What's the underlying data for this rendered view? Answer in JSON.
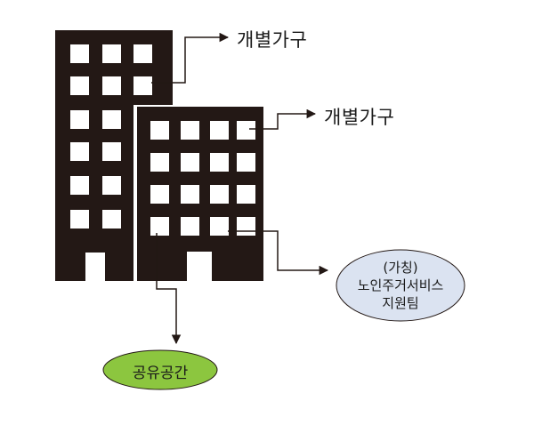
{
  "labels": {
    "unit_top": "개별가구",
    "unit_middle": "개별가구",
    "support_team": [
      "(가칭)",
      "노인주거서비스",
      "지원팀"
    ],
    "shared_space": "공유공간"
  },
  "colors": {
    "building": "#231815",
    "window": "#ffffff",
    "arrow": "#231815",
    "support_fill": "#dbe3f1",
    "shared_fill": "#8cc63f"
  }
}
